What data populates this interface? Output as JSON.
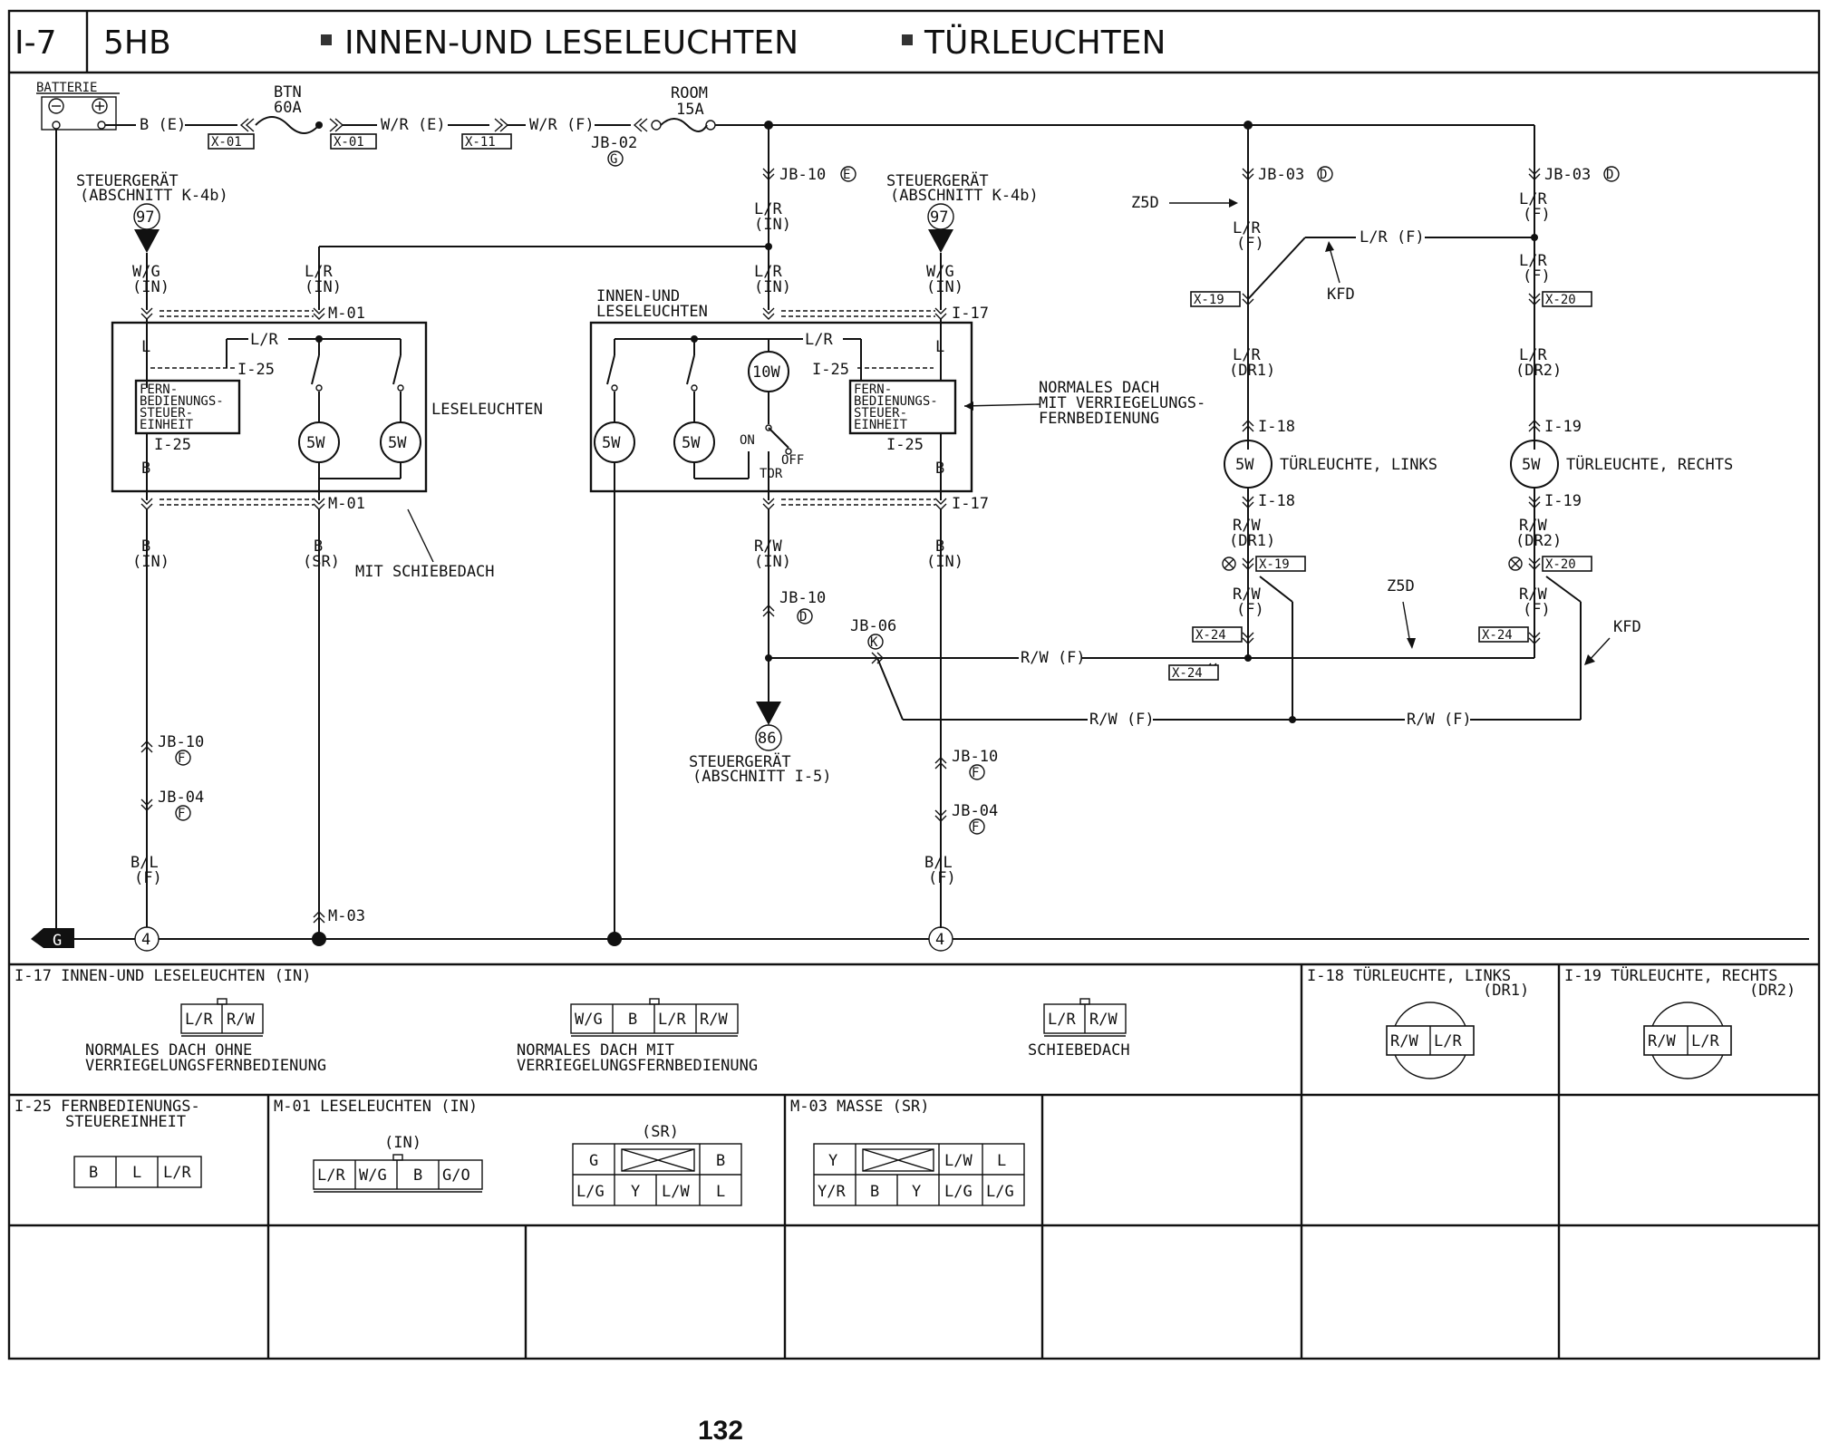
{
  "header": {
    "code": "I-7",
    "model": "5HB",
    "title1": "INNEN-UND LESELEUCHTEN",
    "title2": "TÜRLEUCHTEN"
  },
  "page_number": "132",
  "diagram": {
    "battery": "BATTERIE",
    "fuse_btn": [
      "BTN",
      "60A"
    ],
    "fuse_room": [
      "ROOM",
      "15A"
    ],
    "wire_b_e": "B (E)",
    "wire_wr_e": "W/R (E)",
    "wire_wr_f": "W/R (F)",
    "conn_x01": "X-01",
    "conn_x11": "X-11",
    "jb02": "JB-02",
    "jb10": "JB-10",
    "jb03": "JB-03",
    "jb06": "JB-06",
    "jb04": "JB-04",
    "ctrl_unit": [
      "STEUERGERÄT",
      "(ABSCHNITT K-4b)"
    ],
    "ctrl_unit_i5": [
      "STEUERGERÄT",
      "(ABSCHNITT I-5)"
    ],
    "node_97": "97",
    "node_86": "86",
    "letter_e": "E",
    "letter_d": "D",
    "letter_f": "F",
    "letter_g": "G",
    "letter_k": "K",
    "wg": "W/G",
    "lr": "L/R",
    "rw": "R/W",
    "bl": "B/L",
    "b": "B",
    "l": "L",
    "in": "(IN)",
    "sr": "(SR)",
    "f": "(F)",
    "dr1": "(DR1)",
    "dr2": "(DR2)",
    "m01": "M-01",
    "m03": "M-03",
    "i17": "I-17",
    "i25": "I-25",
    "i18": "I-18",
    "i19": "I-19",
    "x19": "X-19",
    "x20": "X-20",
    "x24": "X-24",
    "z5d": "Z5D",
    "kfd": "KFD",
    "lr_f": "L/R (F)",
    "rw_f": "R/W (F)",
    "fern": [
      "FERN-",
      "BEDIENUNGS-",
      "STEUER-",
      "EINHEIT"
    ],
    "leseleuchten": "LESELEUCHTEN",
    "innen_lese": [
      "INNEN-UND",
      "LESELEUCHTEN"
    ],
    "mit_schiebedach": "MIT SCHIEBEDACH",
    "normales_dach": [
      "NORMALES DACH",
      "MIT VERRIEGELUNGS-",
      "FERNBEDIENUNG"
    ],
    "lamp_5w": "5W",
    "lamp_10w": "10W",
    "sw_on": "ON",
    "sw_off": "OFF",
    "sw_tor": "TOR",
    "tuer_links": "TÜRLEUCHTE, LINKS",
    "tuer_rechts": "TÜRLEUCHTE, RECHTS",
    "ground_g": "G",
    "ground_4": "4"
  },
  "connectors": {
    "i17_title": "I-17  INNEN-UND  LESELEUCHTEN (IN)",
    "i17_a_pins": [
      "L/R",
      "R/W"
    ],
    "i17_a_caption": [
      "NORMALES DACH OHNE",
      "VERRIEGELUNGSFERNBEDIENUNG"
    ],
    "i17_b_pins": [
      "W/G",
      "B",
      "L/R",
      "R/W"
    ],
    "i17_b_caption": [
      "NORMALES DACH MIT",
      "VERRIEGELUNGSFERNBEDIENUNG"
    ],
    "i17_c_pins": [
      "L/R",
      "R/W"
    ],
    "i17_c_caption": "SCHIEBEDACH",
    "i18_title": "I-18  TÜRLEUCHTE, LINKS",
    "i18_sub": "(DR1)",
    "i18_pins": [
      "R/W",
      "L/R"
    ],
    "i19_title": "I-19  TÜRLEUCHTE, RECHTS",
    "i19_sub": "(DR2)",
    "i19_pins": [
      "R/W",
      "L/R"
    ],
    "i25_title": [
      "I-25  FERNBEDIENUNGS-",
      "STEUEREINHEIT"
    ],
    "i25_pins": [
      "B",
      "L",
      "L/R"
    ],
    "m01_title": "M-01  LESELEUCHTEN (IN)",
    "m01_in": "(IN)",
    "m01_pins": [
      "L/R",
      "W/G",
      "B",
      "G/O"
    ],
    "m01_sr": "(SR)",
    "m01_sr_top": [
      "G",
      "B"
    ],
    "m01_sr_bottom": [
      "L/G",
      "Y",
      "L/W",
      "L"
    ],
    "m03_title": "M-03  MASSE (SR)",
    "m03_top": [
      "Y",
      "L/W",
      "L"
    ],
    "m03_bottom": [
      "Y/R",
      "B",
      "Y",
      "L/G",
      "L/G"
    ]
  }
}
